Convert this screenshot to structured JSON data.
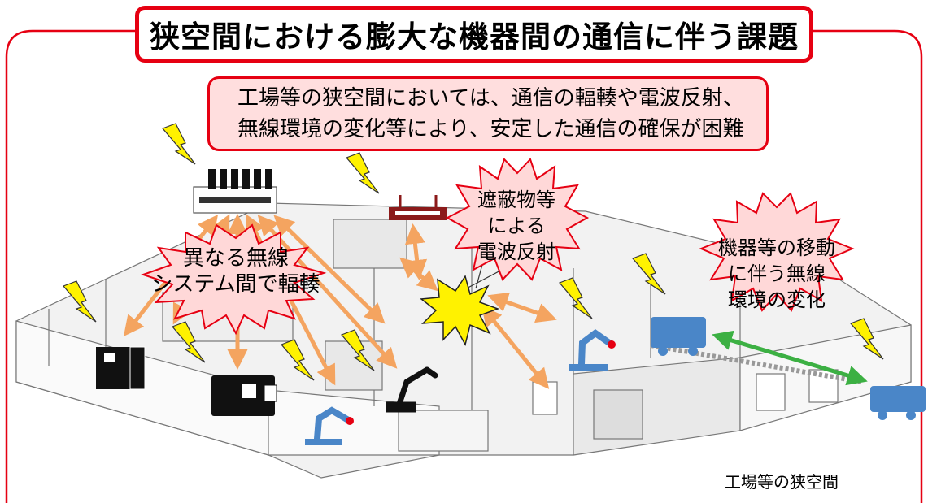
{
  "title": "狭空間における膨大な機器間の通信に伴う課題",
  "note": {
    "line1": "工場等の狭空間においては、通信の輻輳や電波反射、",
    "line2": "無線環境の変化等により、安定した通信の確保が困難"
  },
  "bursts": {
    "interference": {
      "line1": "異なる無線",
      "line2": "システム間で輻輳"
    },
    "reflection": {
      "line1": "遮蔽物等",
      "line2": "による",
      "line3": "電波反射"
    },
    "movement": {
      "line1": "機器等の移動",
      "line2": "に伴う無線",
      "line3": "環境の変化"
    }
  },
  "caption": "工場等の狭空間",
  "colors": {
    "frame_red": "#e60012",
    "note_fill": "#ffdede",
    "burst_fill": "#ffd8d8",
    "lightning": "#fff200",
    "arrow_orange": "#f4a460",
    "arrow_green": "#3cb043",
    "device_blue": "#4a86c8",
    "router_red": "#8b1a1a"
  }
}
